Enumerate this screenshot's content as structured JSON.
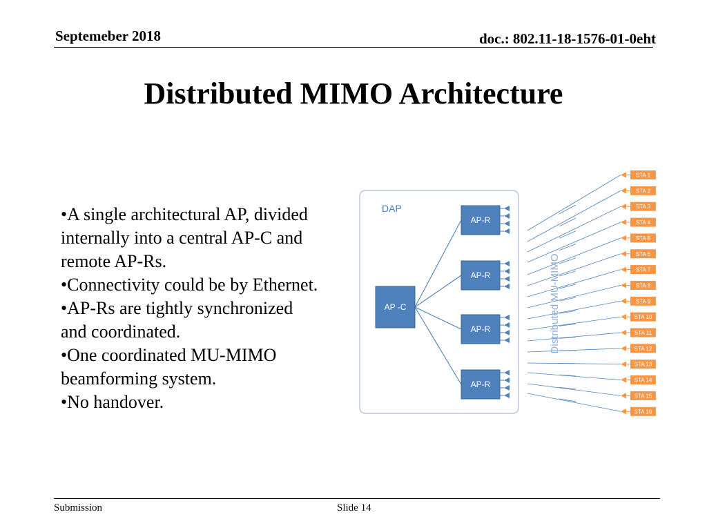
{
  "header": {
    "date": "Septemeber 2018",
    "doc": "doc.: 802.11-18-1576-01-0eht"
  },
  "title": "Distributed MIMO Architecture",
  "bullets": [
    "•A single architectural AP, divided internally into a central AP-C and remote AP-Rs.",
    "•Connectivity could be by Ethernet.",
    "•AP-Rs are tightly synchronized and coordinated.",
    "•One coordinated MU-MIMO beamforming system.",
    "•No handover."
  ],
  "diagram": {
    "dap_label": "DAP",
    "apc_label": "AP -C",
    "apr_labels": [
      "AP-R",
      "AP-R",
      "AP-R",
      "AP-R"
    ],
    "sta_labels": [
      "STA 1",
      "STA 2",
      "STA 3",
      "STA 4",
      "STA 5",
      "STA 6",
      "STA 7",
      "STA 8",
      "STA 9",
      "STA 10",
      "STA 11",
      "STA 12",
      "STA 13",
      "STA 14",
      "STA 15",
      "STA 16"
    ],
    "link_label": "Distributed MU-MIMO",
    "colors": {
      "box_fill": "#4f81bd",
      "box_stroke": "#3a6491",
      "dap_border": "#a6bcd9",
      "dap_text": "#4f81bd",
      "sta_fill": "#f79646",
      "line": "#4f81bd",
      "link_text": "#8eb0dd"
    }
  },
  "footer": {
    "left": "Submission",
    "center": "Slide 14"
  }
}
